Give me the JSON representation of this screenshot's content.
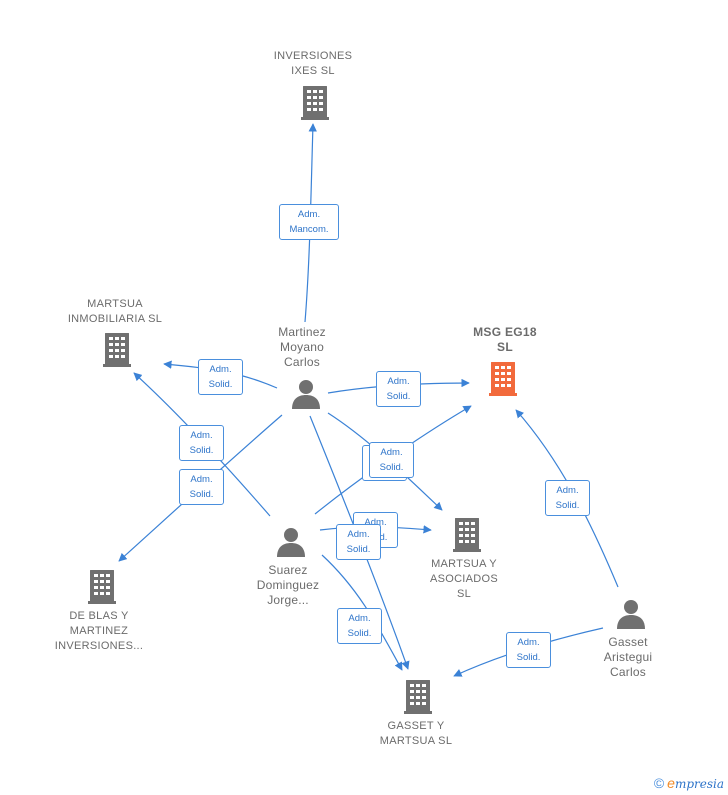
{
  "nodes": {
    "inversiones_ixes": "INVERSIONES\nIXES  SL",
    "martsua_inmobiliaria": "MARTSUA\nINMOBILIARIA SL",
    "msg_eg18": "MSG EG18\nSL",
    "martinez_moyano": "Martinez\nMoyano\nCarlos",
    "suarez_dominguez": "Suarez\nDominguez\nJorge...",
    "martsua_asociados": "MARTSUA Y\nASOCIADOS\nSL",
    "de_blas": "DE BLAS Y\nMARTINEZ\nINVERSIONES...",
    "gasset_aristegui": "Gasset\nAristegui\nCarlos",
    "gasset_martsua": "GASSET Y\nMARTSUA  SL"
  },
  "edge_labels": {
    "adm_mancom": "Adm.\nMancom.",
    "adm_solid": "Adm.\nSolid.",
    "adm_solid_partial": "Adm.\nSolid."
  },
  "colors": {
    "edge": "#3b82d6",
    "company": "#707070",
    "highlight": "#f26a3c",
    "person": "#707070"
  },
  "footer": {
    "copyright": "©",
    "brand_e": "e",
    "brand_rest": "mpresia"
  }
}
